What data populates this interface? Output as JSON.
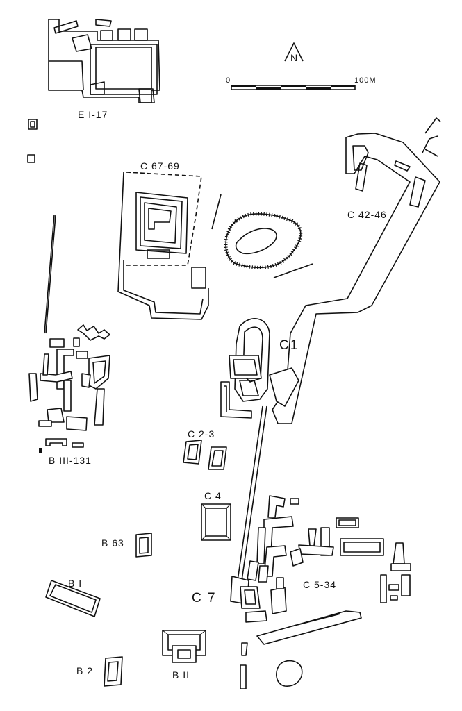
{
  "map": {
    "north_letter": "N",
    "scale": {
      "start": "0",
      "end": "100M"
    },
    "labels": {
      "e_1_17": "E I-17",
      "c_67_69": "C 67-69",
      "c_42_46": "C 42-46",
      "c1": "C1",
      "b_111_131": "B III-131",
      "c_2_3": "C 2-3",
      "c4": "C 4",
      "b63": "B 63",
      "b1": "B I",
      "c7": "C 7",
      "c_5_34": "C 5-34",
      "b2": "B 2",
      "b11": "B II"
    },
    "colors": {
      "ink": "#111111",
      "paper": "#ffffff",
      "frame": "#9a9a9a"
    }
  }
}
